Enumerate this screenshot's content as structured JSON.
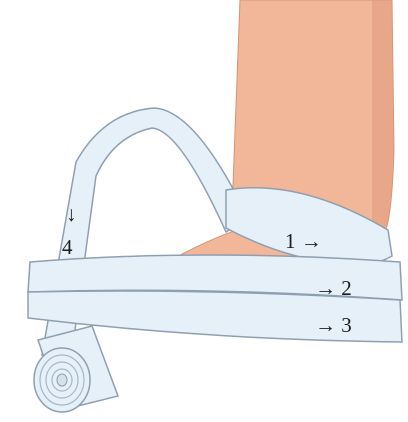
{
  "labels": {
    "layer1": "1 →",
    "layer2": "→ 2",
    "layer3": "→ 3",
    "layer4_arrow": "↓",
    "layer4_number": "4"
  },
  "colors": {
    "skin": "#f2b699",
    "skin_shadow": "#e29a7b",
    "tape": "#e6f0f8",
    "tape_shadow": "#c9d7e6",
    "tape_edge": "#8e9fb1",
    "roll_core": "#d6e1ec"
  }
}
